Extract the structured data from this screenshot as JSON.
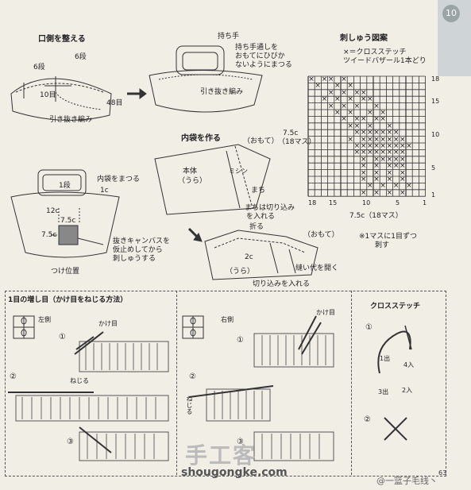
{
  "sections": {
    "mouth": "口側を整える",
    "inner_bag": "内袋を作る",
    "embroidery": "刺しゅう図案",
    "increase": "1目の増し目（かけ目をねじる方法）",
    "cross_stitch": "クロスステッチ"
  },
  "mouth_labels": {
    "six_dan_a": "6段",
    "six_dan_b": "6段",
    "ten_me": "10目",
    "fortyeight_me": "48目",
    "hikinuki": "引き抜き編み"
  },
  "handle_labels": {
    "mochite": "持ち手",
    "note": [
      "持ち手通しを",
      "おもてにひびか",
      "ないようにまつる"
    ],
    "hikinuki": "引き抜き編み"
  },
  "bag_labels": {
    "inner_matsuru": "内袋をまつる",
    "one_dan": "1段",
    "one_c": "1c",
    "twelve_c": "12c",
    "seven_five_a": "7.5c",
    "seven_five_b": "7.5c",
    "canvas": [
      "抜きキャンバスを",
      "仮止めしてから",
      "刺しゅうする"
    ],
    "tsuke": "つけ位置"
  },
  "inner_labels": {
    "omote": "（おもて）",
    "hontai": [
      "本体",
      "（うら）"
    ],
    "machi": "まち",
    "mishin": "ミシン",
    "size_a": "7.5c",
    "size_b": "（18マス）",
    "cut": [
      "まちは切り込み",
      "を入れる"
    ],
    "fold": "折る",
    "omote2": "（おもて）",
    "two_c": "2c",
    "ura": "（うら）",
    "open": "縫い代を開く",
    "cut2": "切り込みを入れる"
  },
  "embroidery_labels": {
    "legend": [
      "×＝クロスステッチ",
      "ツイードバザール1本どり"
    ],
    "right_axis": [
      "18",
      "15",
      "10",
      "5",
      "1"
    ],
    "bottom_axis": [
      "18",
      "15",
      "10",
      "5",
      "1"
    ],
    "width": "7.5c（18マス）",
    "note": [
      "※1マスに1目ずつ",
      "刺す"
    ]
  },
  "increase_labels": {
    "left_side": "左側",
    "right_side": "右側",
    "kakeme_a": "かけ目",
    "kakeme_b": "かけ目",
    "nejiru_a": "ねじる",
    "nejiru_b": "ねじる",
    "n1": "①",
    "n2": "②",
    "n3": "③",
    "n1b": "①",
    "n2b": "②",
    "n3b": "③"
  },
  "cross_labels": {
    "n1": "①",
    "n2": "②",
    "in1": "1出",
    "in4": "4入",
    "in3": "3出",
    "in2": "2入"
  },
  "footer": {
    "logo": "手工客",
    "site": "shougongke.com",
    "weibo": "@一篮子毛线丶",
    "page": "63",
    "tab": "10"
  },
  "chart_data": {
    "type": "table",
    "rows": 18,
    "cols": 18,
    "marked_cells": [
      [
        18,
        18
      ],
      [
        18,
        16
      ],
      [
        18,
        15
      ],
      [
        18,
        13
      ],
      [
        17,
        17
      ],
      [
        17,
        14
      ],
      [
        17,
        12
      ],
      [
        16,
        15
      ],
      [
        16,
        13
      ],
      [
        16,
        11
      ],
      [
        16,
        10
      ],
      [
        15,
        16
      ],
      [
        15,
        14
      ],
      [
        15,
        12
      ],
      [
        15,
        10
      ],
      [
        15,
        9
      ],
      [
        14,
        15
      ],
      [
        14,
        13
      ],
      [
        14,
        11
      ],
      [
        14,
        8
      ],
      [
        13,
        14
      ],
      [
        13,
        12
      ],
      [
        13,
        9
      ],
      [
        13,
        7
      ],
      [
        12,
        13
      ],
      [
        12,
        11
      ],
      [
        12,
        10
      ],
      [
        12,
        8
      ],
      [
        12,
        7
      ],
      [
        11,
        12
      ],
      [
        11,
        11
      ],
      [
        11,
        9
      ],
      [
        11,
        6
      ],
      [
        10,
        11
      ],
      [
        10,
        10
      ],
      [
        10,
        9
      ],
      [
        10,
        8
      ],
      [
        10,
        7
      ],
      [
        10,
        6
      ],
      [
        10,
        5
      ],
      [
        9,
        12
      ],
      [
        9,
        10
      ],
      [
        9,
        9
      ],
      [
        9,
        8
      ],
      [
        9,
        7
      ],
      [
        9,
        6
      ],
      [
        9,
        5
      ],
      [
        9,
        4
      ],
      [
        8,
        11
      ],
      [
        8,
        10
      ],
      [
        8,
        9
      ],
      [
        8,
        8
      ],
      [
        8,
        7
      ],
      [
        8,
        6
      ],
      [
        8,
        5
      ],
      [
        8,
        4
      ],
      [
        8,
        3
      ],
      [
        7,
        11
      ],
      [
        7,
        10
      ],
      [
        7,
        9
      ],
      [
        7,
        8
      ],
      [
        7,
        7
      ],
      [
        7,
        6
      ],
      [
        7,
        5
      ],
      [
        7,
        4
      ],
      [
        6,
        10
      ],
      [
        6,
        8
      ],
      [
        6,
        7
      ],
      [
        6,
        6
      ],
      [
        6,
        5
      ],
      [
        6,
        4
      ],
      [
        5,
        10
      ],
      [
        5,
        8
      ],
      [
        5,
        6
      ],
      [
        5,
        5
      ],
      [
        5,
        4
      ],
      [
        4,
        10
      ],
      [
        4,
        8
      ],
      [
        4,
        6
      ],
      [
        4,
        4
      ],
      [
        3,
        10
      ],
      [
        3,
        8
      ],
      [
        3,
        6
      ],
      [
        3,
        4
      ],
      [
        2,
        9
      ],
      [
        2,
        7
      ],
      [
        2,
        5
      ],
      [
        2,
        3
      ],
      [
        1,
        10
      ],
      [
        1,
        8
      ],
      [
        1,
        6
      ],
      [
        1,
        4
      ]
    ]
  }
}
